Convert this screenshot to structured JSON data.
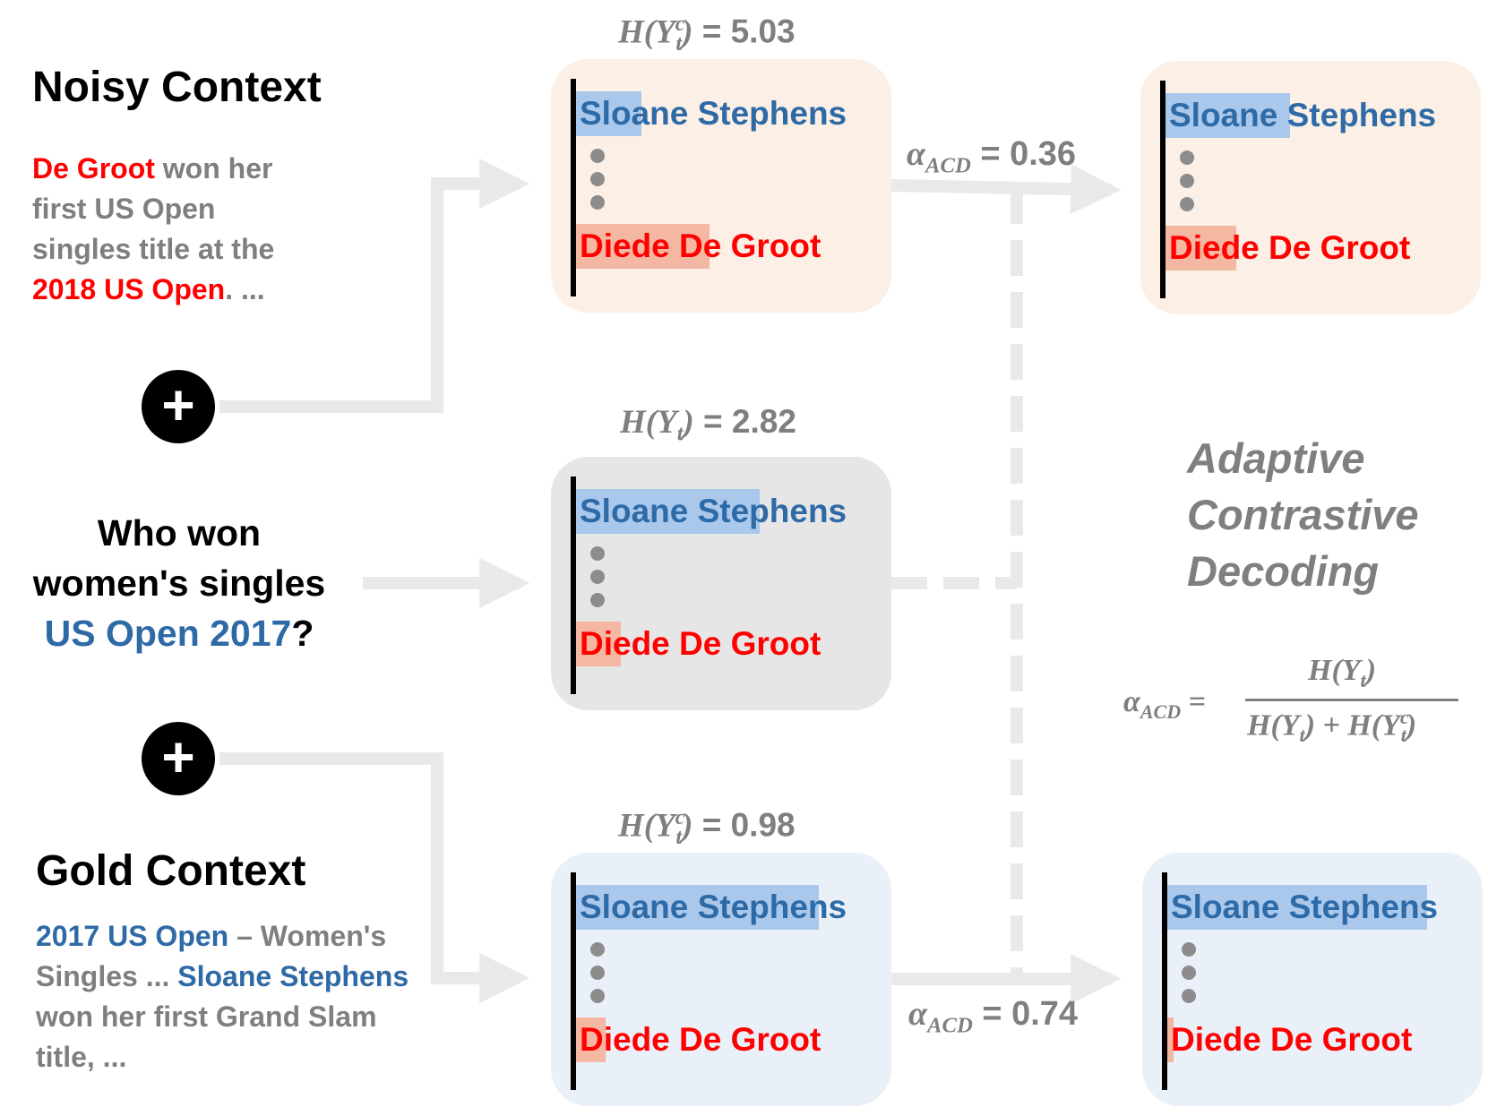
{
  "noisy": {
    "heading": "Noisy Context",
    "text_1": "De Groot",
    "text_2": " won her first US Open singles title at the ",
    "text_3": "2018 US Open",
    "text_4": ". ..."
  },
  "question": {
    "line_1": "Who won",
    "line_2": "women's singles",
    "highlight": "US Open 2017",
    "end": "?"
  },
  "gold": {
    "heading": "Gold Context",
    "text_1": "2017 US Open",
    "text_2": " – Women's Singles ... ",
    "text_3": "Sloane Stephens",
    "text_4": " won her first Grand Slam title, ..."
  },
  "plus_symbol": "+",
  "tokens": {
    "top": "Sloane Stephens",
    "bottom": "Diede De Groot"
  },
  "entropy": {
    "H": "H",
    "Y": "Y",
    "sub_t": "t",
    "sup_c": "c",
    "eq": " = ",
    "noisy_value": "5.03",
    "plain_value": "2.82",
    "gold_value": "0.98"
  },
  "alpha": {
    "symbol": "α",
    "sub": "ACD",
    "noisy_value": "0.36",
    "gold_value": "0.74"
  },
  "method_title": {
    "line_1": "Adaptive",
    "line_2": "Contrastive",
    "line_3": "Decoding"
  },
  "formula": {
    "numerator": "H(Y",
    "close": ")",
    "plus": " + H(Y"
  },
  "colors": {
    "noisy_box": "#fbefe6",
    "plain_box": "#e6e6e6",
    "gold_box": "#e9f0f8",
    "highlight_blue": "#a9c8ec",
    "highlight_red": "#f4b7a2",
    "entity_blue": "#2e6aa6",
    "entity_red": "#ff0000",
    "context_gray": "#7f7f7f",
    "connector": "#e9e9e9"
  },
  "distributions": [
    {
      "id": "noisy-mid",
      "sloane_highlight": 0.22,
      "diede_highlight": 0.45
    },
    {
      "id": "plain",
      "sloane_highlight": 0.62,
      "diede_highlight": 0.15
    },
    {
      "id": "gold-mid",
      "sloane_highlight": 0.82,
      "diede_highlight": 0.1
    },
    {
      "id": "noisy-out",
      "sloane_highlight": 0.42,
      "diede_highlight": 0.24
    },
    {
      "id": "gold-out",
      "sloane_highlight": 0.88,
      "diede_highlight": 0.02
    }
  ]
}
